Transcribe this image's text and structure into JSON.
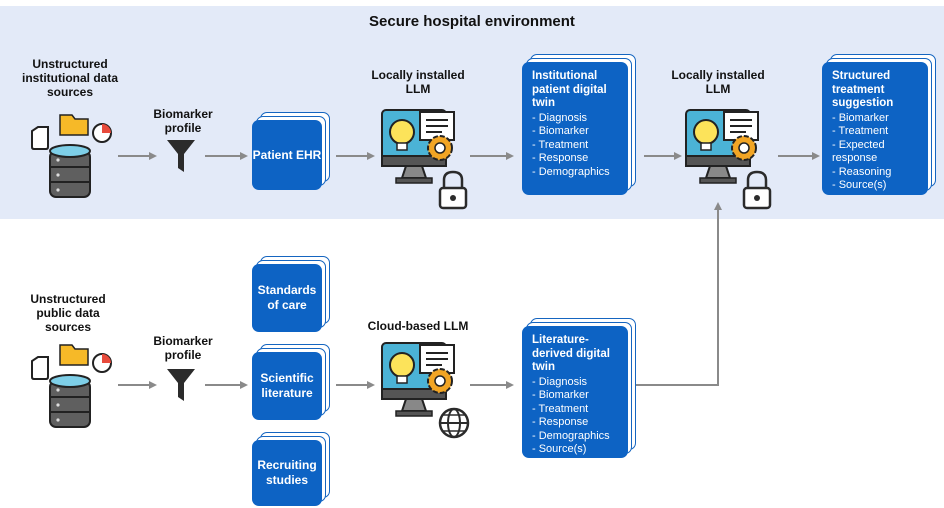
{
  "environment": {
    "title": "Secure hospital environment",
    "fill": "#e3eaf8"
  },
  "colors": {
    "card": "#0d63c4",
    "arrow": "#8a8a8a",
    "icon_dark": "#2b2b2b"
  },
  "top_row": {
    "sources_label": "Unstructured institutional data sources",
    "biomarker_label": "Biomarker profile",
    "ehr_card": "Patient EHR",
    "llm1_label": "Locally installed LLM",
    "twin_card": {
      "title": "Institutional patient digital twin",
      "items": [
        "- Diagnosis",
        "- Biomarker",
        "- Treatment",
        "- Response",
        "- Demographics"
      ]
    },
    "llm2_label": "Locally installed LLM",
    "suggestion_card": {
      "title": "Structured treatment suggestion",
      "items": [
        "- Biomarker",
        "- Treatment",
        "- Expected response",
        "- Reasoning",
        "- Source(s)"
      ]
    }
  },
  "bottom_row": {
    "sources_label": "Unstructured public data sources",
    "biomarker_label": "Biomarker profile",
    "cards": [
      "Standards of care",
      "Scientific literature",
      "Recruiting studies"
    ],
    "cloud_llm_label": "Cloud-based LLM",
    "twin_card": {
      "title": "Literature-derived digital twin",
      "items": [
        "- Diagnosis",
        "- Biomarker",
        "- Treatment",
        "- Response",
        "- Demographics",
        "- Source(s)"
      ]
    }
  },
  "icons": [
    "database-icon",
    "document-icon",
    "folder-icon",
    "pie-chart-icon",
    "funnel-icon",
    "llm-monitor-icon",
    "lightbulb-icon",
    "gear-icon",
    "lock-icon",
    "globe-icon"
  ]
}
